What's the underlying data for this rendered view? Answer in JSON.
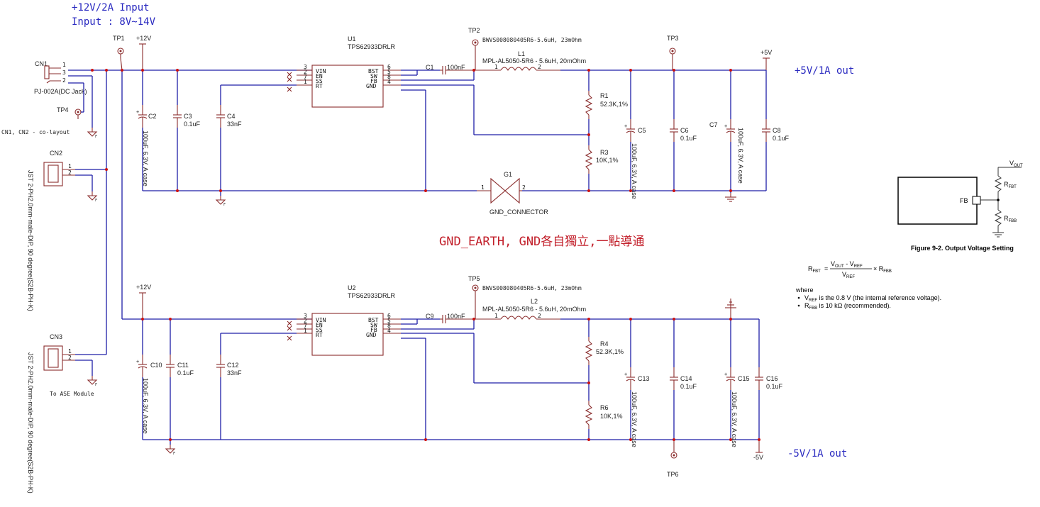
{
  "notes": {
    "input_line1": "+12V/2A Input",
    "input_line2": "Input : 8V~14V",
    "out_pos": "+5V/1A out",
    "out_neg": "-5V/1A out",
    "gnd_note": "GND_EARTH,  GND各自獨立,一點導通",
    "colayout": "CN1, CN2 - co-layout",
    "to_ase": "To ASE Module"
  },
  "connectors": {
    "cn1": {
      "ref": "CN1",
      "part": "PJ-002A(DC  Jack)",
      "pins": [
        "1",
        "3",
        "2"
      ]
    },
    "cn2": {
      "ref": "CN2",
      "part": "JST 2-PH2.0mm-male-DIP, 90  degree(S2B-PH-K)",
      "pins": [
        "1",
        "2"
      ]
    },
    "cn3": {
      "ref": "CN3",
      "part": "JST 2-PH2.0mm-male-DIP, 90  degree(S2B-PH-K)",
      "pins": [
        "1",
        "2"
      ]
    }
  },
  "testpoints": {
    "tp1": "TP1",
    "tp2": "TP2",
    "tp3": "TP3",
    "tp4": "TP4",
    "tp5": "TP5",
    "tp6": "TP6"
  },
  "rails": {
    "v12a": "+12V",
    "v12b": "+12V",
    "v5": "+5V",
    "vneg5": "-5V"
  },
  "u1": {
    "ref": "U1",
    "part": "TPS62933DRLR",
    "left_pins": [
      {
        "num": "3",
        "name": "VIN"
      },
      {
        "num": "2",
        "name": "EN"
      },
      {
        "num": "7",
        "name": "SS"
      },
      {
        "num": "1",
        "name": "RT"
      }
    ],
    "right_pins": [
      {
        "num": "6",
        "name": "BST"
      },
      {
        "num": "5",
        "name": "SW"
      },
      {
        "num": "8",
        "name": "FB"
      },
      {
        "num": "4",
        "name": "GND"
      }
    ]
  },
  "u2": {
    "ref": "U2",
    "part": "TPS62933DRLR",
    "left_pins": [
      {
        "num": "3",
        "name": "VIN"
      },
      {
        "num": "2",
        "name": "EN"
      },
      {
        "num": "7",
        "name": "SS"
      },
      {
        "num": "1",
        "name": "RT"
      }
    ],
    "right_pins": [
      {
        "num": "6",
        "name": "BST"
      },
      {
        "num": "5",
        "name": "SW"
      },
      {
        "num": "8",
        "name": "FB"
      },
      {
        "num": "4",
        "name": "GND"
      }
    ]
  },
  "inductors": {
    "l1": {
      "ref": "L1",
      "alt": "BWVS008080405R6-5.6uH, 23mOhm",
      "part": "MPL-AL5050-5R6 - 5.6uH, 20mOhm",
      "p1": "1",
      "p2": "2"
    },
    "l2": {
      "ref": "L2",
      "alt": "BWVS008080405R6-5.6uH, 23mOhm",
      "part": "MPL-AL5050-5R6 - 5.6uH, 20mOhm",
      "p1": "1",
      "p2": "2"
    }
  },
  "caps": {
    "c1": {
      "ref": "C1",
      "value": "100nF"
    },
    "c2": {
      "ref": "C2",
      "value": "100uF, 6.3V, A case"
    },
    "c3": {
      "ref": "C3",
      "value": "0.1uF"
    },
    "c4": {
      "ref": "C4",
      "value": "33nF"
    },
    "c5": {
      "ref": "C5",
      "value": "100uF, 6.3V, A case"
    },
    "c6": {
      "ref": "C6",
      "value": "0.1uF"
    },
    "c7": {
      "ref": "C7",
      "value": "100uF, 6.3V, A case"
    },
    "c8": {
      "ref": "C8",
      "value": "0.1uF"
    },
    "c9": {
      "ref": "C9",
      "value": "100nF"
    },
    "c10": {
      "ref": "C10",
      "value": "100uF, 6.3V, A case"
    },
    "c11": {
      "ref": "C11",
      "value": "0.1uF"
    },
    "c12": {
      "ref": "C12",
      "value": "33nF"
    },
    "c13": {
      "ref": "C13",
      "value": "100uF, 6.3V, A case"
    },
    "c14": {
      "ref": "C14",
      "value": "0.1uF"
    },
    "c15": {
      "ref": "C15",
      "value": "100uF, 6.3V, A case"
    },
    "c16": {
      "ref": "C16",
      "value": "0.1uF"
    }
  },
  "resistors": {
    "r1": {
      "ref": "R1",
      "value": "52.3K,1%"
    },
    "r3": {
      "ref": "R3",
      "value": "10K,1%"
    },
    "r4": {
      "ref": "R4",
      "value": "52.3K,1%"
    },
    "r6": {
      "ref": "R6",
      "value": "10K,1%"
    }
  },
  "g1": {
    "ref": "G1",
    "part": "GND_CONNECTOR",
    "p1": "1",
    "p2": "2"
  },
  "figure": {
    "caption": "Figure 9-2. Output Voltage Setting",
    "fb": "FB",
    "vout": "V",
    "vout_sub": "OUT",
    "rfbt": "R",
    "rfbt_sub": "FBT",
    "rfbb": "R",
    "rfbb_sub": "FBB",
    "eq_lhs": "R",
    "eq_lhs_sub": "FBT",
    "eq_eq": "=",
    "eq_num_a": "V",
    "eq_num_a_sub": "OUT",
    "eq_num_minus": " - V",
    "eq_num_b_sub": "REF",
    "eq_den": "V",
    "eq_den_sub": "REF",
    "eq_mul": "× R",
    "eq_mul_sub": "FBB",
    "where": "where",
    "b1_a": "V",
    "b1_sub": "REF",
    "b1_b": " is the 0.8 V (the internal reference voltage).",
    "b2_a": "R",
    "b2_sub": "FBB",
    "b2_b": " is 10 kΩ (recommended)."
  }
}
